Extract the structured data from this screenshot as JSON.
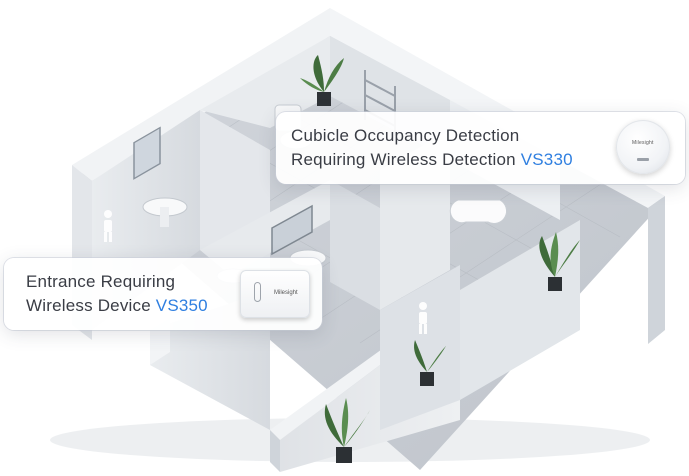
{
  "callouts": {
    "cubicle": {
      "line1": "Cubicle Occupancy Detection",
      "line2_prefix": "Requiring Wireless Detection ",
      "model": "VS330",
      "device_logo": "Milesight"
    },
    "entrance": {
      "line1": "Entrance Requiring",
      "line2_prefix": "Wireless Device ",
      "model": "VS350",
      "device_logo": "Milesight"
    }
  },
  "colors": {
    "accent": "#2f7fe0",
    "floor": "#c9ced5",
    "wall_top": "#eef0f3",
    "wall_side": "#dde1e6",
    "plant": "#3f6b3a"
  },
  "icons": [
    "restroom-person-icon",
    "toilet-icon",
    "sink-icon",
    "mirror-icon",
    "plant-icon",
    "towel-rail-icon",
    "occupancy-sensor-icon",
    "door-sensor-icon"
  ]
}
